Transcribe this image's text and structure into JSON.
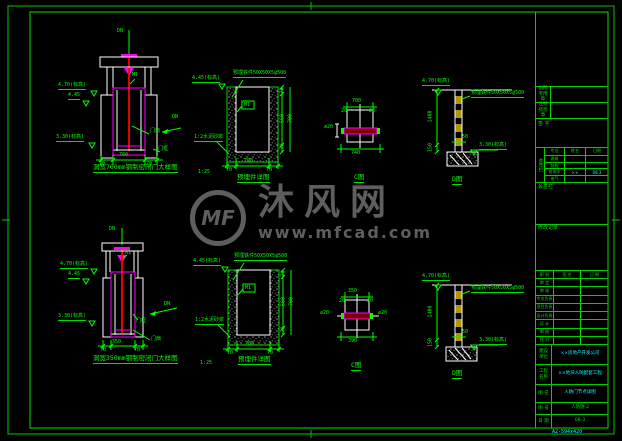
{
  "sheet": {
    "paper_label": "A2-594x420"
  },
  "watermark": {
    "logo_text": "MF",
    "site_name": "沐风网",
    "site_url": "www.mfcad.com"
  },
  "drawings": {
    "door700": {
      "ref_mark": "DN",
      "side_mark": "DN",
      "mark": "M1",
      "elev_top": "4.70(标高)",
      "elev_mid": "4.45",
      "elev_bottom": "3.30(标高)",
      "leader_leaf": "门扇",
      "leader_frame": "门框",
      "dim_side": "70",
      "dim_width": "700",
      "title": "洞宽700mm钢制密闭门大样图",
      "scale": "1:25"
    },
    "door350": {
      "ref_mark": "DN",
      "side_mark": "DN",
      "mark": "M1",
      "elev_top": "4.70(标高)",
      "elev_mid": "4.45",
      "elev_bottom": "3.30(标高)",
      "leader_leaf": "门扇",
      "leader_frame": "门框",
      "dim_side": "70",
      "dim_width": "350",
      "title": "洞宽350mm钢制密闭门大样图",
      "scale": "1:25"
    },
    "embed": {
      "note": "预埋铁件50X50X5@500",
      "elev": "4.45(标高)",
      "mortar": "1:2水泥砂浆",
      "mark": "M1",
      "dim_side": "70",
      "dim_width": "700",
      "dim_v_side": "70",
      "dim_v_mid": "560",
      "dim_v_total": "700",
      "title": "预埋件详图"
    },
    "c700": {
      "dim_top": "700",
      "dim_end": "20",
      "dim_bottom": "740",
      "bar_label": "∅20",
      "title": "C图"
    },
    "c350": {
      "dim_top": "350",
      "dim_end": "20",
      "dim_bottom": "390",
      "bar_label": "∅20",
      "title": "C图"
    },
    "d": {
      "elev_top": "4.70(标高)",
      "elev_bottom": "3.30(标高)",
      "note": "预埋铁件50X50X5@500",
      "dim_height": "1400",
      "dim_base": "150",
      "dim_wall": "50",
      "title": "D图"
    }
  },
  "title_block": {
    "stamp_label": "出图专用章",
    "license_label": "注册师签章",
    "sign_label": "签 字",
    "huiqian_side": "会签栏",
    "huiqian_header": [
      "专业",
      "姓名",
      "日期"
    ],
    "huiqian_rows": [
      [
        "建筑",
        "",
        ""
      ],
      [
        "结构",
        "",
        ""
      ],
      [
        "给排水",
        "××",
        "08.3"
      ],
      [
        "电气",
        "",
        ""
      ]
    ],
    "huiqian_caption": "会签栏",
    "revision_label": "修改记录",
    "personnel_header": [
      "职 别",
      "签 名",
      "日 期"
    ],
    "personnel_rows": [
      "审 定",
      "审 核",
      "专业负责",
      "项目负责",
      "设计负责",
      "设 计",
      "制 图",
      "校 对"
    ],
    "owner_label": "建设单位",
    "owner_value": "××房地产开发公司",
    "project_label": "工程名称",
    "project_value": "××地块人防配套工程",
    "sheet_label": "图 名",
    "sheet_value": "人防门节点详图",
    "no_label": "图 号",
    "no_value": "人防施-2",
    "date_label": "日 期",
    "date_value": "08-3"
  },
  "colors": {
    "line": "#00d800",
    "text": "#00ff00",
    "accent_cyan": "#00ffff",
    "magenta": "#ff00ff",
    "red": "#ff0000",
    "hatch_yellow": "#b49600",
    "watermark": "#ababab"
  }
}
